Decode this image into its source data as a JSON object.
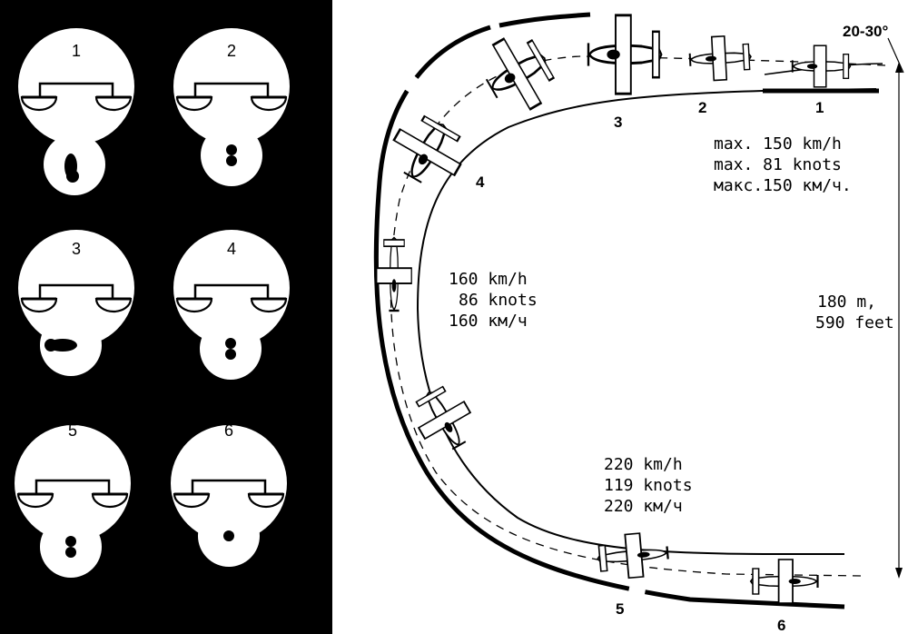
{
  "instruments": [
    {
      "label": "1",
      "ball": "left-elongated"
    },
    {
      "label": "2",
      "ball": "center-double"
    },
    {
      "label": "3",
      "ball": "far-left-elongated"
    },
    {
      "label": "4",
      "ball": "center-double"
    },
    {
      "label": "5",
      "ball": "center-double"
    },
    {
      "label": "6",
      "ball": "center-single"
    }
  ],
  "bank_angle": "20-30°",
  "positions": [
    "1",
    "2",
    "3",
    "4",
    "5",
    "6"
  ],
  "speeds": {
    "max": [
      "max. 150 km/h",
      "max. 81 knots",
      "макс.150 км/ч."
    ],
    "turn": [
      "160 km/h",
      "86 knots",
      "160 км/ч"
    ],
    "final": [
      "220 km/h",
      "119 knots",
      "220 км/ч"
    ]
  },
  "height": [
    "180 m,",
    "590 feet"
  ],
  "colors": {
    "ink": "#000000",
    "paper": "#ffffff"
  }
}
